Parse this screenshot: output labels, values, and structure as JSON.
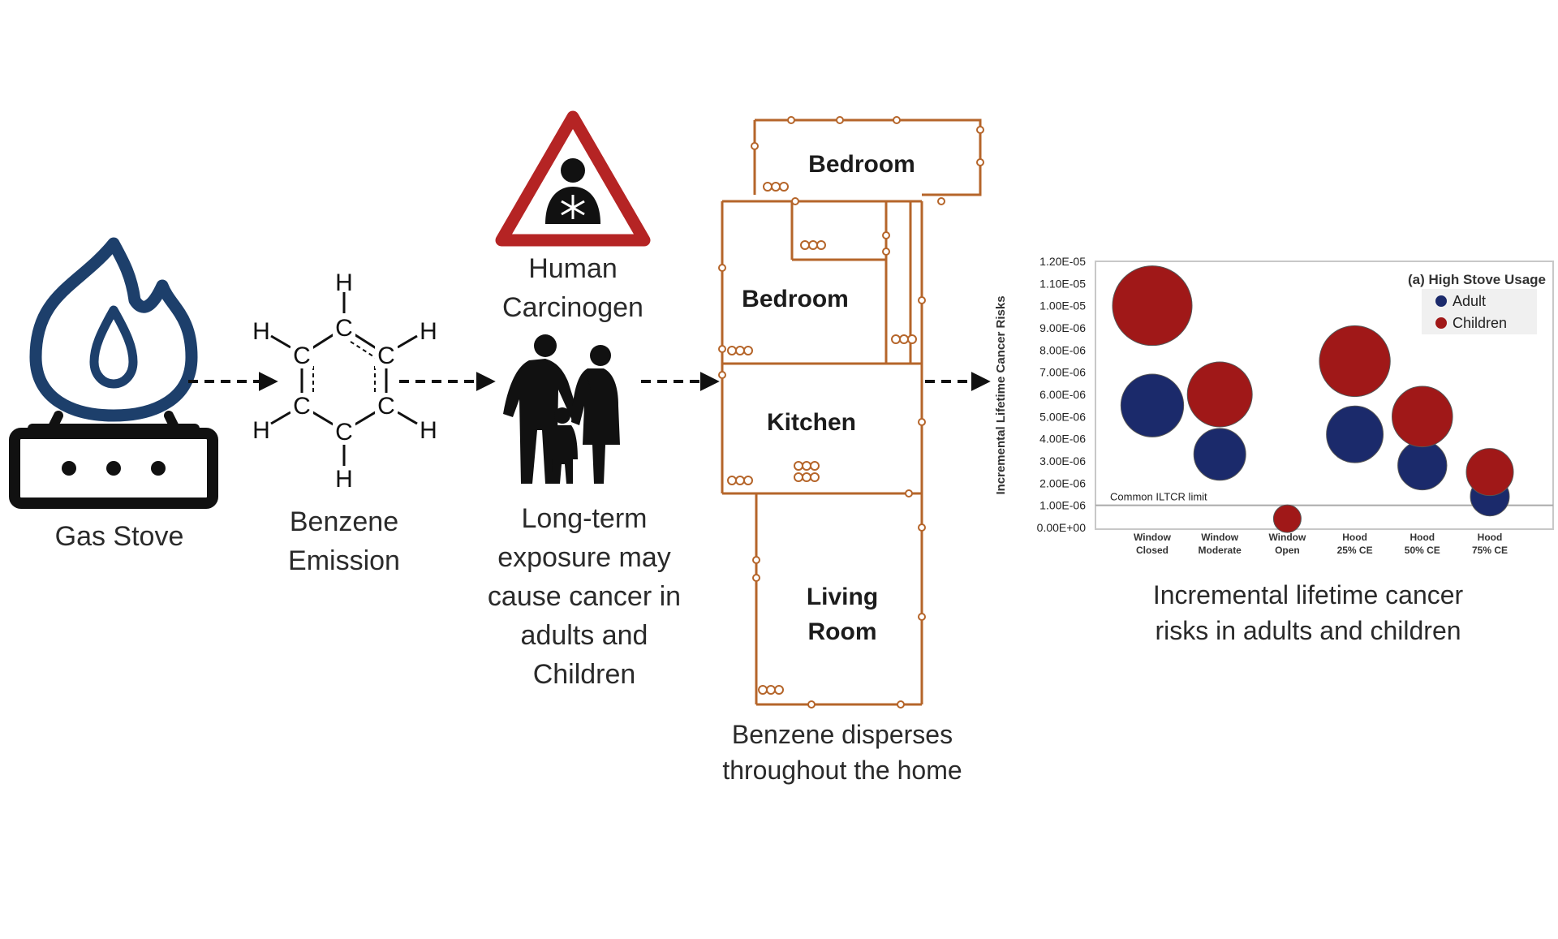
{
  "steps": {
    "stove": {
      "label": "Gas Stove",
      "icon": "gas-stove-icon"
    },
    "benzene": {
      "line1": "Benzene",
      "line2": "Emission",
      "atoms": {
        "carbon": "C",
        "hydrogen": "H"
      }
    },
    "hazard": {
      "line1": "Human",
      "line2": "Carcinogen",
      "icon": "health-hazard-icon"
    },
    "exposure": {
      "lines": [
        "Long-term",
        "exposure may",
        "cause cancer in",
        "adults and",
        "Children"
      ],
      "icon": "family-silhouette-icon"
    },
    "floorplan": {
      "rooms": {
        "bedroom_top": "Bedroom",
        "bedroom_mid": "Bedroom",
        "kitchen": "Kitchen",
        "living_line1": "Living",
        "living_line2": "Room"
      },
      "caption_line1": "Benzene disperses",
      "caption_line2": "throughout the home"
    },
    "risk": {
      "caption_line1": "Incremental lifetime cancer",
      "caption_line2": "risks in adults and children"
    }
  },
  "colors": {
    "stove_blue": "#1d3f6b",
    "hazard_red": "#b52424",
    "plan_orange": "#b5652a",
    "adult": "#1b2a6b",
    "children": "#a01818"
  },
  "chart_data": {
    "type": "scatter",
    "title": "(a) High Stove Usage",
    "ylabel": "Incremental Lifetime Cancer Risks",
    "xlabel": "",
    "ylim": [
      0,
      1.2e-05
    ],
    "y_ticks": [
      "0.00E+00",
      "1.00E-06",
      "2.00E-06",
      "3.00E-06",
      "4.00E-06",
      "5.00E-06",
      "6.00E-06",
      "7.00E-06",
      "8.00E-06",
      "9.00E-06",
      "1.00E-05",
      "1.10E-05",
      "1.20E-05"
    ],
    "categories": [
      [
        "Window",
        "Closed"
      ],
      [
        "Window",
        "Moderate"
      ],
      [
        "Window",
        "Open"
      ],
      [
        "Hood",
        "25% CE"
      ],
      [
        "Hood",
        "50% CE"
      ],
      [
        "Hood",
        "75% CE"
      ]
    ],
    "legend": {
      "position": "top-right",
      "entries": [
        "Adult",
        "Children"
      ]
    },
    "series": [
      {
        "name": "Adult",
        "color": "#1b2a6b",
        "values": [
          5.5e-06,
          3.3e-06,
          null,
          4.2e-06,
          2.8e-06,
          1.4e-06
        ]
      },
      {
        "name": "Children",
        "color": "#a01818",
        "values": [
          1e-05,
          6e-06,
          4e-07,
          7.5e-06,
          5e-06,
          2.5e-06
        ]
      }
    ],
    "reference_line": {
      "label": "Common ILTCR limit",
      "value": 1e-06
    },
    "grid": false
  }
}
